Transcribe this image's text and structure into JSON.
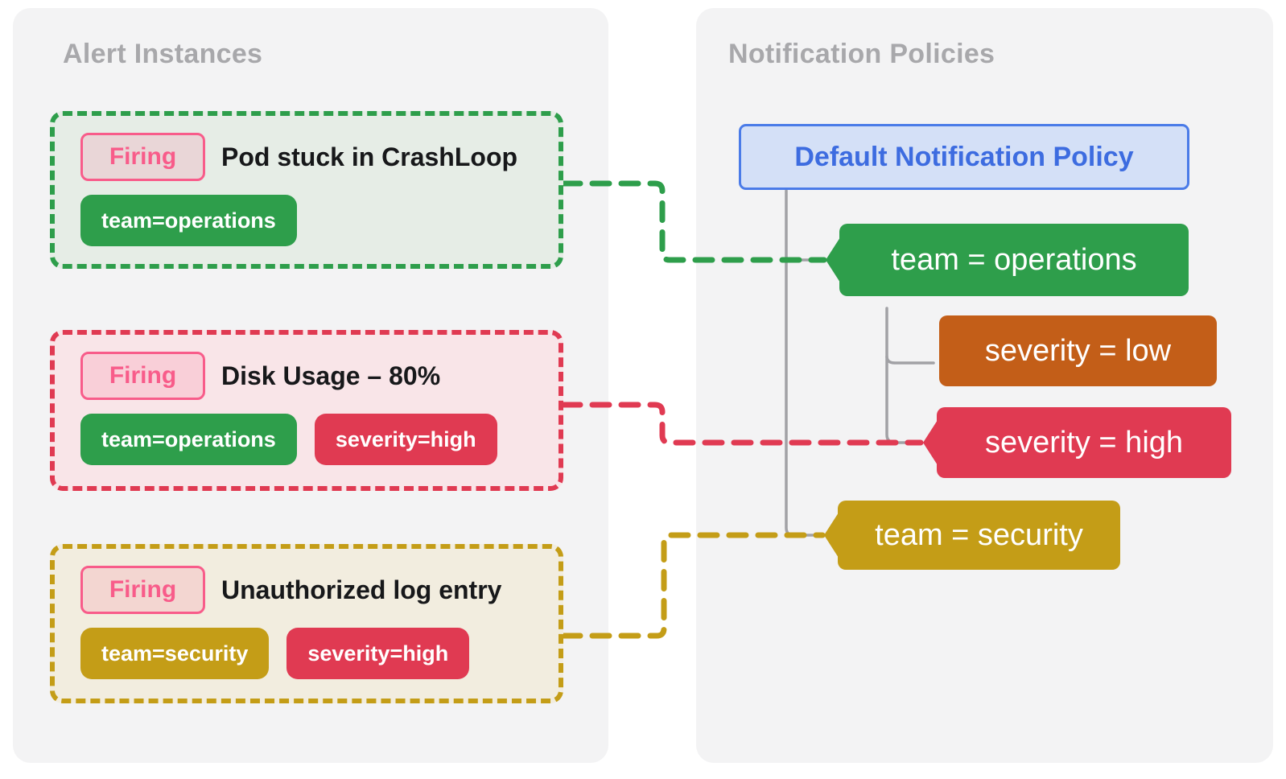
{
  "colors": {
    "green": "#2E9E4B",
    "red": "#E03A52",
    "gold": "#C49D17",
    "orange": "#C35E18",
    "pink": "#F85C8A",
    "blue_text": "#3D6CE0",
    "blue_border": "#4A7BE8",
    "blue_bg": "#D4E0F7",
    "gray_line": "#A1A1A5",
    "panel_bg": "#F3F3F4",
    "green_tint": "#E6EDE6",
    "red_tint": "#F9E5E8",
    "gold_tint": "#F2EDDF",
    "heading_gray": "#A8A8AB",
    "text_dark": "#17181A"
  },
  "alert_panel": {
    "title": "Alert Instances",
    "alerts": [
      {
        "status": "Firing",
        "title": "Pod stuck in CrashLoop",
        "labels": [
          "team=operations"
        ]
      },
      {
        "status": "Firing",
        "title": "Disk Usage – 80%",
        "labels": [
          "team=operations",
          "severity=high"
        ]
      },
      {
        "status": "Firing",
        "title": "Unauthorized log entry",
        "labels": [
          "team=security",
          "severity=high"
        ]
      }
    ]
  },
  "policy_panel": {
    "title": "Notification Policies",
    "root": "Default Notification Policy",
    "matchers": [
      {
        "label": "team = operations"
      },
      {
        "label": "severity = low"
      },
      {
        "label": "severity = high"
      },
      {
        "label": "team = security"
      }
    ]
  }
}
